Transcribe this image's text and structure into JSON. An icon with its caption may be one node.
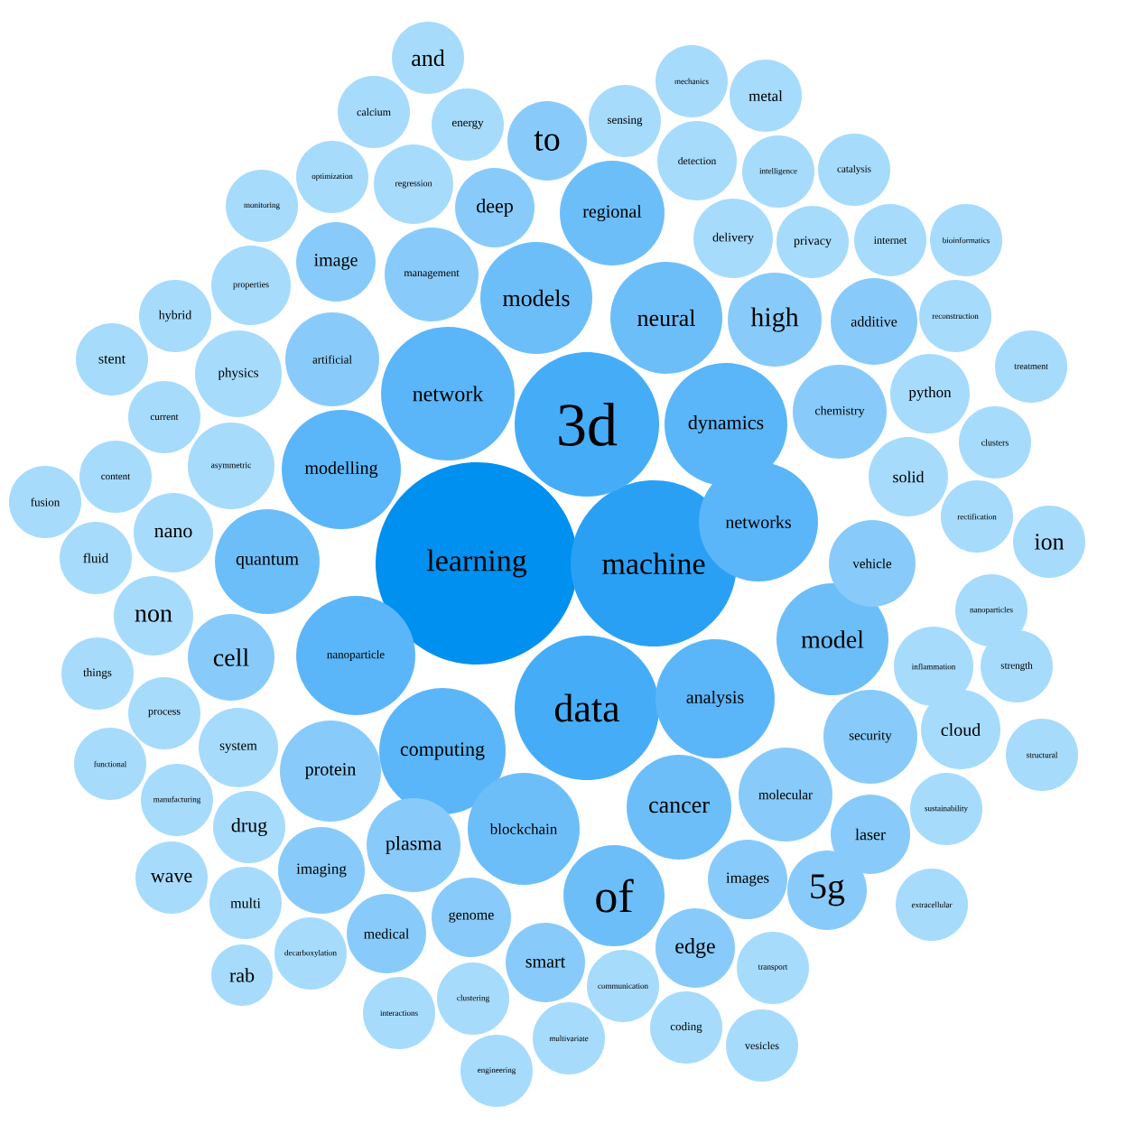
{
  "diagram": {
    "nodes": [
      {
        "text": [
          "learning"
        ]
      },
      {
        "text": [
          "machine"
        ]
      },
      {
        "text": [
          "3d"
        ]
      },
      {
        "text": [
          "data"
        ]
      },
      {
        "text": [
          "network"
        ]
      },
      {
        "text": [
          "dynamics"
        ]
      },
      {
        "text": [
          "networks"
        ]
      },
      {
        "text": [
          "analysis"
        ]
      },
      {
        "text": [
          "computing"
        ]
      },
      {
        "text": [
          "nanoparticle"
        ]
      },
      {
        "text": [
          "modelling"
        ]
      },
      {
        "text": [
          "quantum"
        ]
      },
      {
        "text": [
          "models"
        ]
      },
      {
        "text": [
          "neural"
        ]
      },
      {
        "text": [
          "regional"
        ]
      },
      {
        "text": [
          "blockchain"
        ]
      },
      {
        "text": [
          "of"
        ]
      },
      {
        "text": [
          "cancer"
        ]
      },
      {
        "text": [
          "model"
        ]
      },
      {
        "text": [
          "protein"
        ]
      },
      {
        "text": [
          "high"
        ]
      },
      {
        "text": [
          "plasma"
        ]
      },
      {
        "text": [
          "chemistry"
        ]
      },
      {
        "text": [
          "molecular"
        ]
      },
      {
        "text": [
          "additive"
        ]
      },
      {
        "text": [
          "security"
        ]
      },
      {
        "text": [
          "cell"
        ]
      },
      {
        "text": [
          "image"
        ]
      },
      {
        "text": [
          "artificial"
        ]
      },
      {
        "text": [
          "management"
        ]
      },
      {
        "text": [
          "deep"
        ]
      },
      {
        "text": [
          "to"
        ]
      },
      {
        "text": [
          "imaging"
        ]
      },
      {
        "text": [
          "images"
        ]
      },
      {
        "text": [
          "edge"
        ]
      },
      {
        "text": [
          "5g"
        ]
      },
      {
        "text": [
          "smart"
        ]
      },
      {
        "text": [
          "genome"
        ]
      },
      {
        "text": [
          "medical"
        ]
      },
      {
        "text": [
          "laser"
        ]
      },
      {
        "text": [
          "vehicle"
        ]
      },
      {
        "text": [
          "solid"
        ]
      },
      {
        "text": [
          "python"
        ]
      },
      {
        "text": [
          "cloud"
        ]
      },
      {
        "text": [
          "and"
        ]
      },
      {
        "text": [
          "calcium"
        ]
      },
      {
        "text": [
          "energy"
        ]
      },
      {
        "text": [
          "regression"
        ]
      },
      {
        "text": [
          "optimization"
        ]
      },
      {
        "text": [
          "monitoring"
        ]
      },
      {
        "text": [
          "properties"
        ]
      },
      {
        "text": [
          "hybrid"
        ]
      },
      {
        "text": [
          "stent"
        ]
      },
      {
        "text": [
          "physics"
        ]
      },
      {
        "text": [
          "current"
        ]
      },
      {
        "text": [
          "asymmetric"
        ]
      },
      {
        "text": [
          "content"
        ]
      },
      {
        "text": [
          "fusion"
        ]
      },
      {
        "text": [
          "nano"
        ]
      },
      {
        "text": [
          "fluid"
        ]
      },
      {
        "text": [
          "non"
        ]
      },
      {
        "text": [
          "things"
        ]
      },
      {
        "text": [
          "process"
        ]
      },
      {
        "text": [
          "system"
        ]
      },
      {
        "text": [
          "functional"
        ]
      },
      {
        "text": [
          "manufacturing"
        ]
      },
      {
        "text": [
          "drug"
        ]
      },
      {
        "text": [
          "wave"
        ]
      },
      {
        "text": [
          "multi"
        ]
      },
      {
        "text": [
          "rab"
        ]
      },
      {
        "text": [
          "decarboxylation"
        ]
      },
      {
        "text": [
          "interactions"
        ]
      },
      {
        "text": [
          "clustering"
        ]
      },
      {
        "text": [
          "engineering"
        ]
      },
      {
        "text": [
          "multivariate"
        ]
      },
      {
        "text": [
          "communication"
        ]
      },
      {
        "text": [
          "coding"
        ]
      },
      {
        "text": [
          "vesicles"
        ]
      },
      {
        "text": [
          "transport"
        ]
      },
      {
        "text": [
          "extracellular"
        ]
      },
      {
        "text": [
          "sustainability"
        ]
      },
      {
        "text": [
          "structural"
        ]
      },
      {
        "text": [
          "strength"
        ]
      },
      {
        "text": [
          "inflammation"
        ]
      },
      {
        "text": [
          "nanoparticles"
        ]
      },
      {
        "text": [
          "ion"
        ]
      },
      {
        "text": [
          "rectification"
        ]
      },
      {
        "text": [
          "clusters"
        ]
      },
      {
        "text": [
          "treatment"
        ]
      },
      {
        "text": [
          "reconstruction"
        ]
      },
      {
        "text": [
          "bioinformatics"
        ]
      },
      {
        "text": [
          "internet"
        ]
      },
      {
        "text": [
          "privacy"
        ]
      },
      {
        "text": [
          "delivery"
        ]
      },
      {
        "text": [
          "catalysis"
        ]
      },
      {
        "text": [
          "intelligence"
        ]
      },
      {
        "text": [
          "detection"
        ]
      },
      {
        "text": [
          "metal"
        ]
      },
      {
        "text": [
          "mechanics"
        ]
      },
      {
        "text": [
          "sensing"
        ]
      }
    ]
  }
}
